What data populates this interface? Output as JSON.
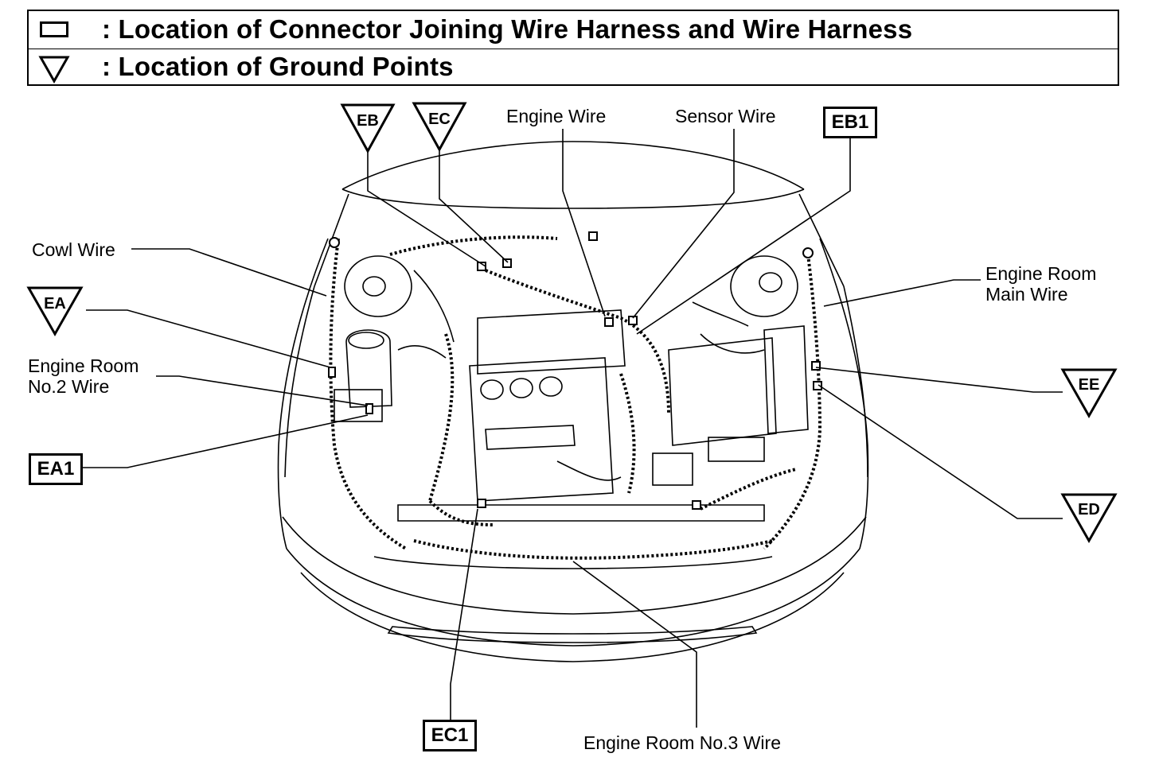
{
  "legend": {
    "connector_text": ": Location of Connector Joining Wire Harness and Wire Harness",
    "ground_text": ": Location of Ground Points"
  },
  "wires": {
    "engine_wire": "Engine Wire",
    "sensor_wire": "Sensor Wire",
    "cowl_wire": "Cowl Wire",
    "engine_room_main_wire_line1": "Engine Room",
    "engine_room_main_wire_line2": "Main Wire",
    "engine_room_no2_wire_line1": "Engine Room",
    "engine_room_no2_wire_line2": "No.2 Wire",
    "engine_room_no3_wire": "Engine Room No.3 Wire"
  },
  "ground_points": {
    "eb": "EB",
    "ec": "EC",
    "ea": "EA",
    "ee": "EE",
    "ed": "ED"
  },
  "connectors": {
    "eb1": "EB1",
    "ea1": "EA1",
    "ec1": "EC1"
  }
}
